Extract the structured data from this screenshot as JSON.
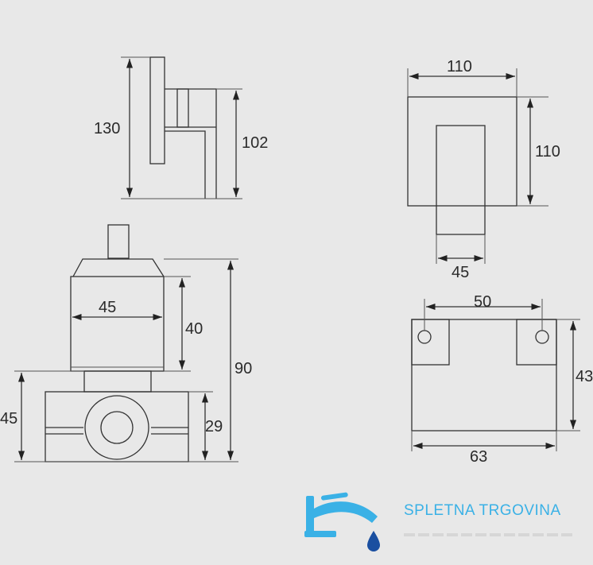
{
  "dimensions": {
    "side_height_total": "130",
    "side_height_body": "102",
    "front_width": "110",
    "front_height": "110",
    "front_stem_width": "45",
    "valve_body_width": "45",
    "valve_body_height": "40",
    "valve_total_height": "90",
    "valve_base_height": "45",
    "valve_port_height": "29",
    "plate_hole_spacing": "50",
    "plate_height": "43",
    "plate_width": "63"
  },
  "brand": {
    "name": "SPLETNA TRGOVINA",
    "color": "#3ab1e6",
    "drop_color": "#1a4fa0"
  }
}
